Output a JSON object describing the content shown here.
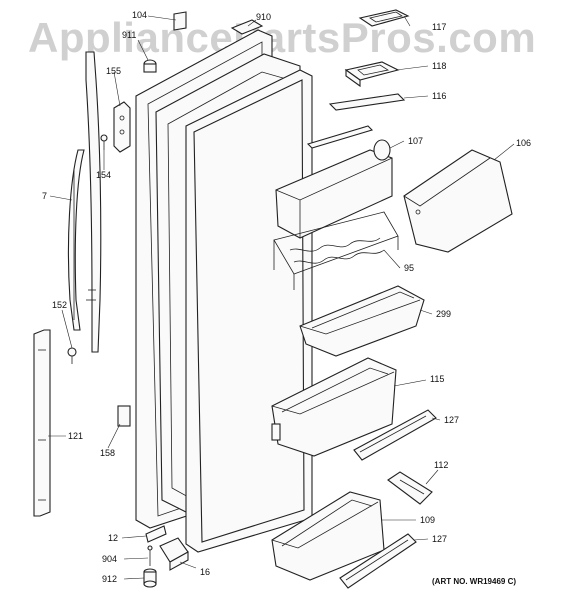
{
  "watermark": "AppliancePartsPros.com",
  "art_number": "(ART NO. WR19469 C)",
  "colors": {
    "line": "#222222",
    "watermark": "#888888",
    "background": "#ffffff"
  },
  "callouts": {
    "c104": "104",
    "c910": "910",
    "c911": "911",
    "c117": "117",
    "c118": "118",
    "c116": "116",
    "c155": "155",
    "c107": "107",
    "c106": "106",
    "c154": "154",
    "c7": "7",
    "c95": "95",
    "c152": "152",
    "c299": "299",
    "c115": "115",
    "c127a": "127",
    "c121": "121",
    "c158": "158",
    "c112": "112",
    "c109": "109",
    "c12": "12",
    "c127b": "127",
    "c904": "904",
    "c16": "16",
    "c912": "912"
  }
}
